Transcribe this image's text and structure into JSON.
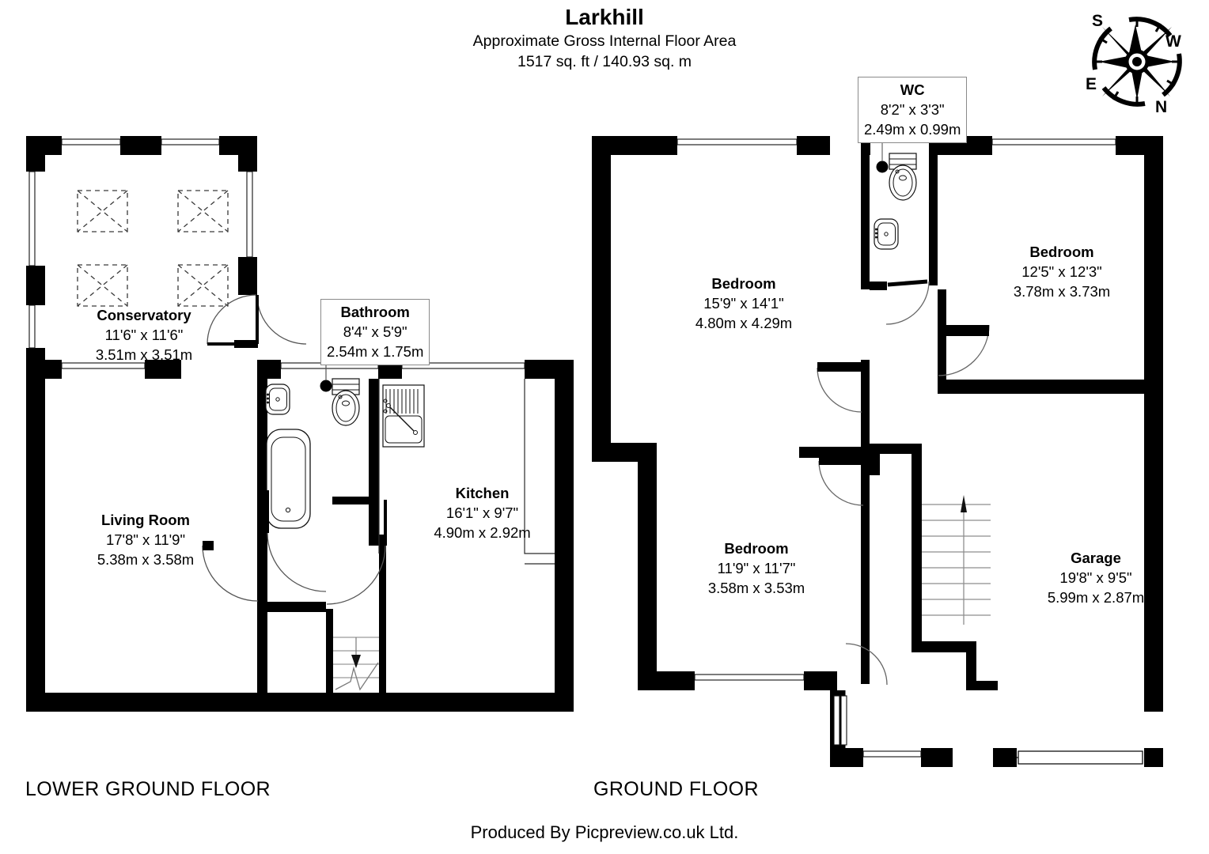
{
  "header": {
    "title": "Larkhill",
    "subtitle_line1": "Approximate Gross Internal Floor Area",
    "subtitle_line2": "1517 sq. ft / 140.93 sq. m"
  },
  "compass": {
    "icon": "compass-rose-icon",
    "top_left": "S",
    "top_right": "W",
    "bottom_left": "E",
    "bottom_right": "N"
  },
  "floors": [
    {
      "id": "lower-ground-floor",
      "caption": "LOWER GROUND FLOOR",
      "rooms": [
        {
          "id": "conservatory",
          "name": "Conservatory",
          "dim_imperial": "11'6\" x 11'6\"",
          "dim_metric": "3.51m x 3.51m",
          "boxed": false
        },
        {
          "id": "bathroom",
          "name": "Bathroom",
          "dim_imperial": "8'4\" x 5'9\"",
          "dim_metric": "2.54m x 1.75m",
          "boxed": true
        },
        {
          "id": "living-room",
          "name": "Living Room",
          "dim_imperial": "17'8\" x 11'9\"",
          "dim_metric": "5.38m x 3.58m",
          "boxed": false
        },
        {
          "id": "kitchen",
          "name": "Kitchen",
          "dim_imperial": "16'1\" x 9'7\"",
          "dim_metric": "4.90m x 2.92m",
          "boxed": false
        }
      ]
    },
    {
      "id": "ground-floor",
      "caption": "GROUND FLOOR",
      "rooms": [
        {
          "id": "wc",
          "name": "WC",
          "dim_imperial": "8'2\" x 3'3\"",
          "dim_metric": "2.49m x 0.99m",
          "boxed": true
        },
        {
          "id": "bedroom-main",
          "name": "Bedroom",
          "dim_imperial": "15'9\" x 14'1\"",
          "dim_metric": "4.80m x 4.29m",
          "boxed": false
        },
        {
          "id": "bedroom-rear",
          "name": "Bedroom",
          "dim_imperial": "12'5\" x 12'3\"",
          "dim_metric": "3.78m x 3.73m",
          "boxed": false
        },
        {
          "id": "bedroom-front",
          "name": "Bedroom",
          "dim_imperial": "11'9\" x 11'7\"",
          "dim_metric": "3.58m x 3.53m",
          "boxed": false
        },
        {
          "id": "garage",
          "name": "Garage",
          "dim_imperial": "19'8\" x 9'5\"",
          "dim_metric": "5.99m x 2.87m",
          "boxed": false
        }
      ]
    }
  ],
  "footer": {
    "credit": "Produced By Picpreview.co.uk Ltd."
  },
  "colors": {
    "wall": "#000000",
    "background": "#ffffff",
    "fixture_line": "#3a3a3a",
    "label_box_border": "#8a8a8a",
    "stair_line": "#7a7a7a"
  }
}
